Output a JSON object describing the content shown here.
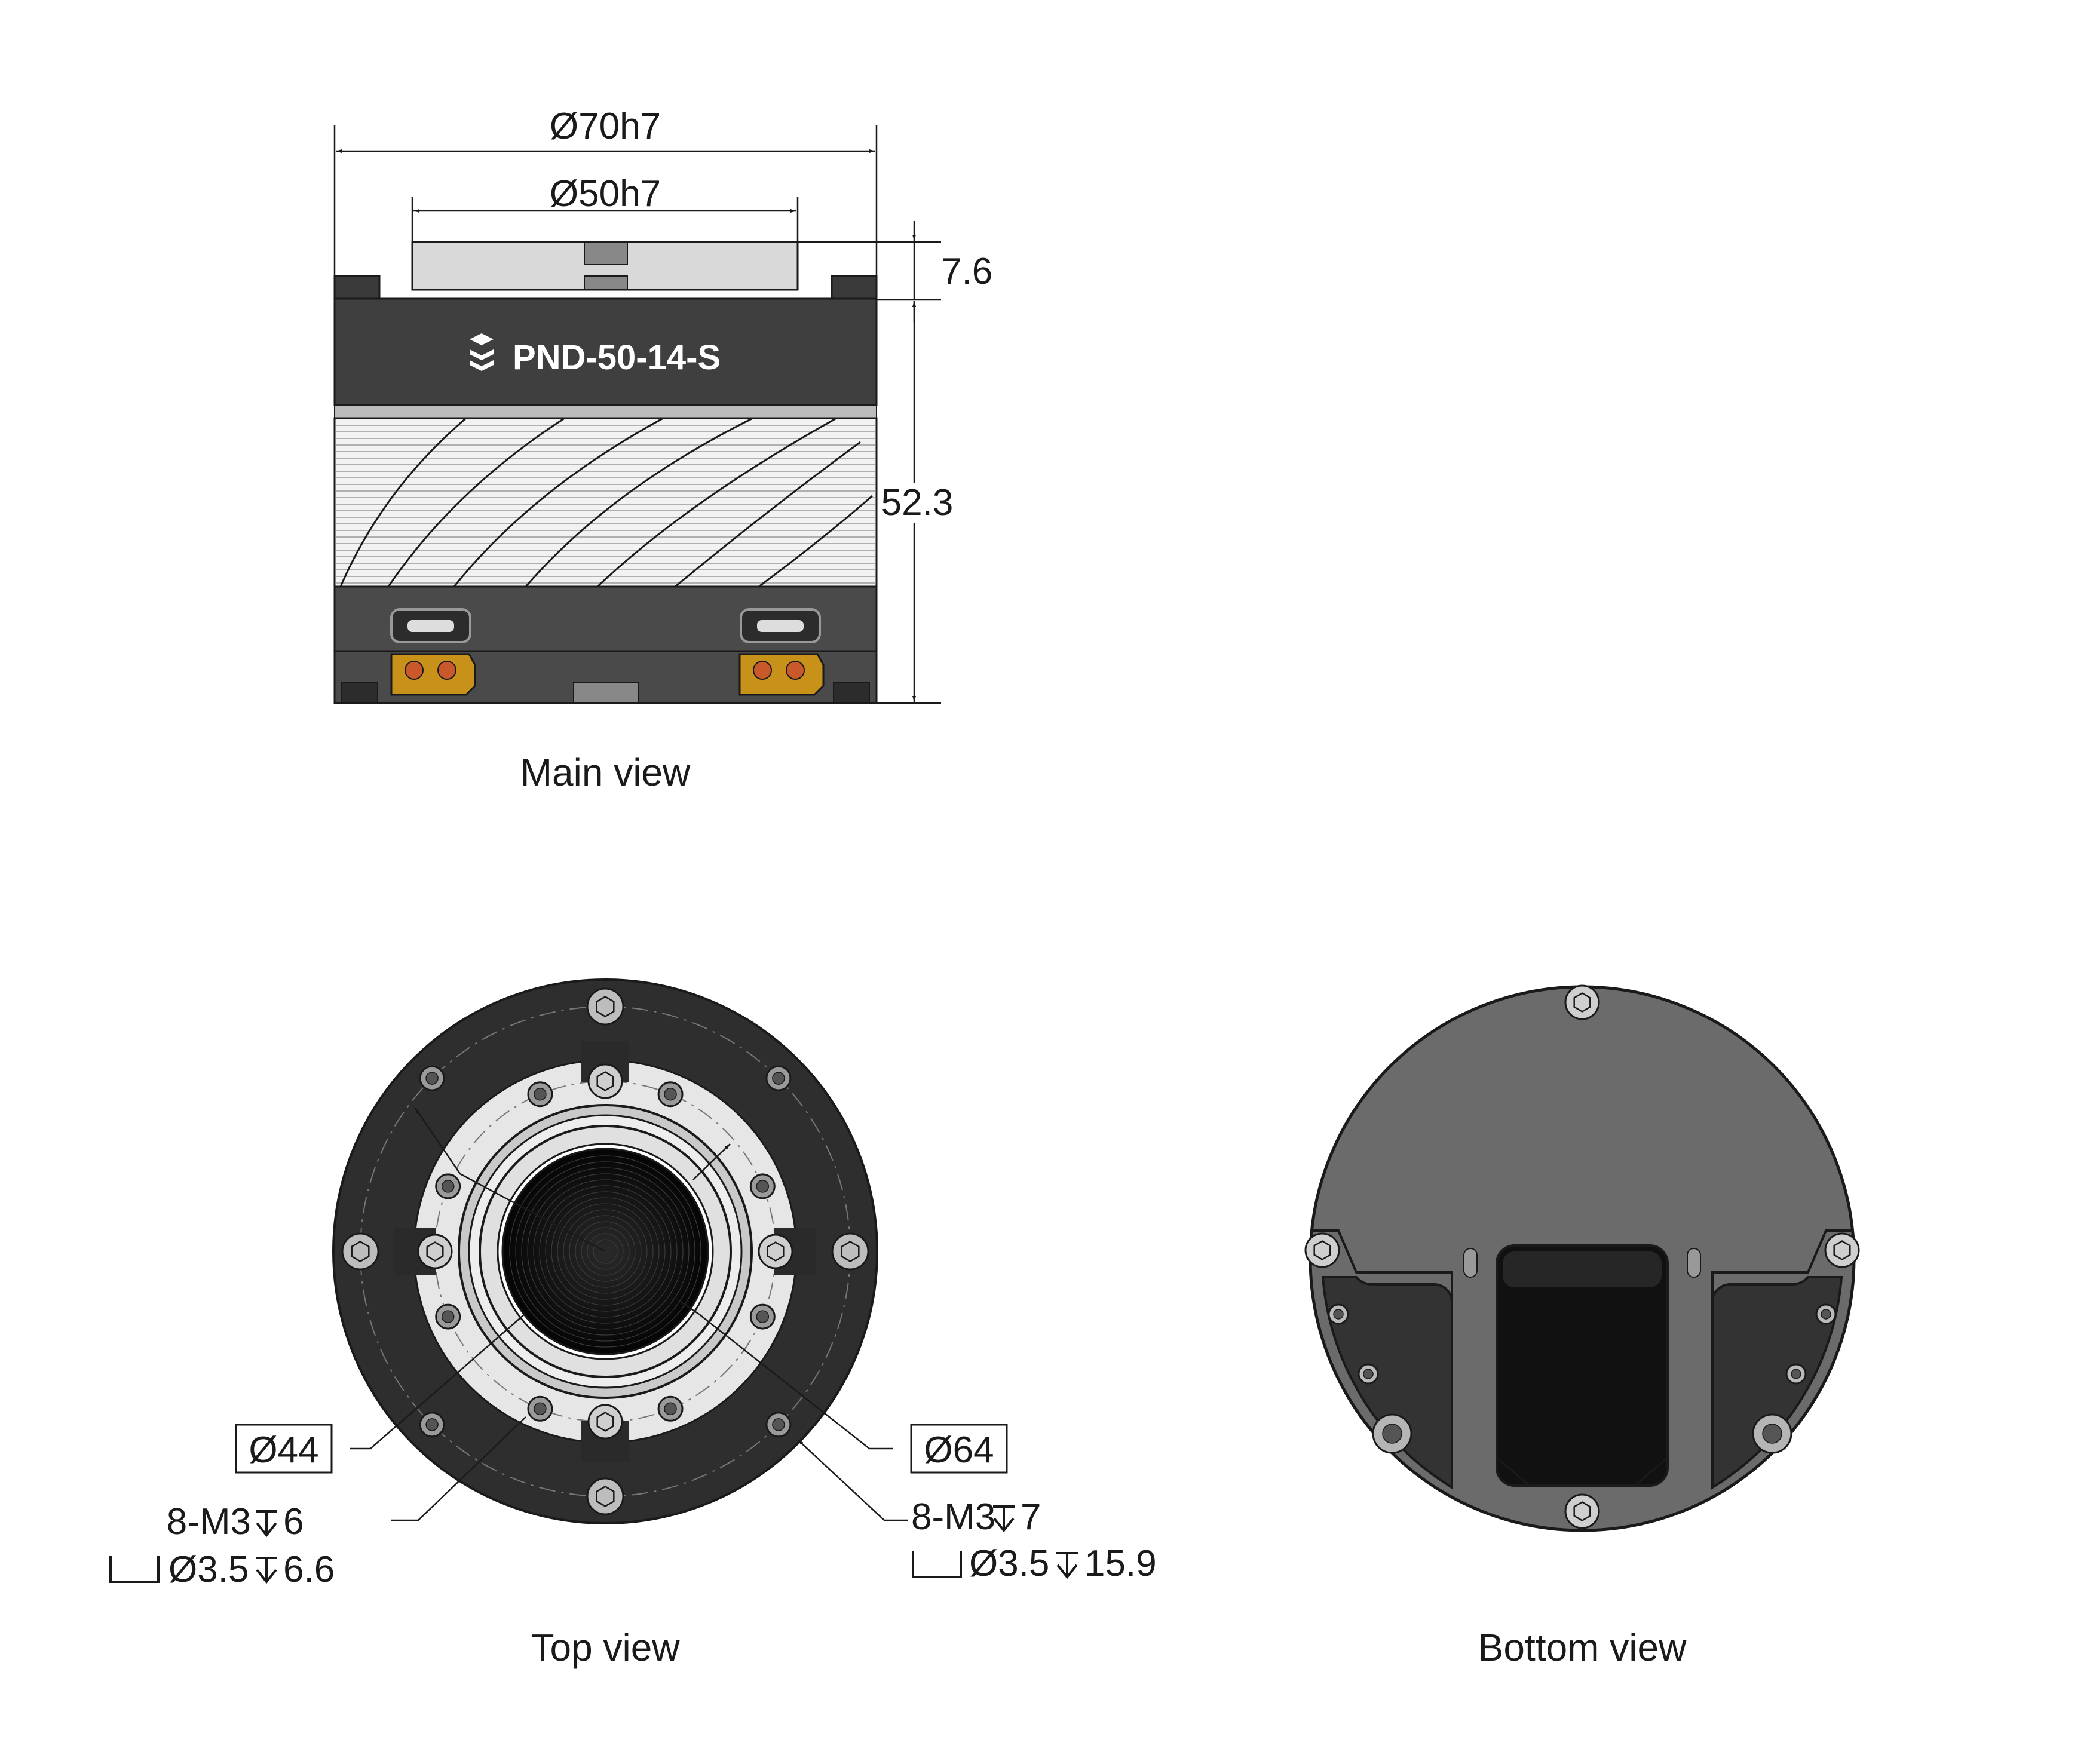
{
  "main_view": {
    "model_label": "PND-50-14-S",
    "dim_outer_diameter": "Ø70h7",
    "dim_flange_diameter": "Ø50h7",
    "dim_flange_height": "7.6",
    "dim_body_height": "52.3",
    "caption": "Main view"
  },
  "top_view": {
    "callout_inner_circle": "Ø44",
    "callout_outer_circle": "Ø64",
    "left_thread": "8-M3",
    "left_thread_depth": "6",
    "left_cbore": "Ø3.5",
    "left_cbore_depth": "6.6",
    "right_thread": "8-M3",
    "right_thread_depth": "7",
    "right_cbore": "Ø3.5",
    "right_cbore_depth": "15.9",
    "caption": "Top view"
  },
  "bottom_view": {
    "caption": "Bottom view"
  },
  "colors": {
    "housing_dark": "#3a3a3a",
    "housing_mid": "#6b6b6b",
    "flange_light": "#d9d9d9",
    "ring_light": "#e6e6e6",
    "connector_gold": "#c8921a",
    "black": "#111111"
  }
}
